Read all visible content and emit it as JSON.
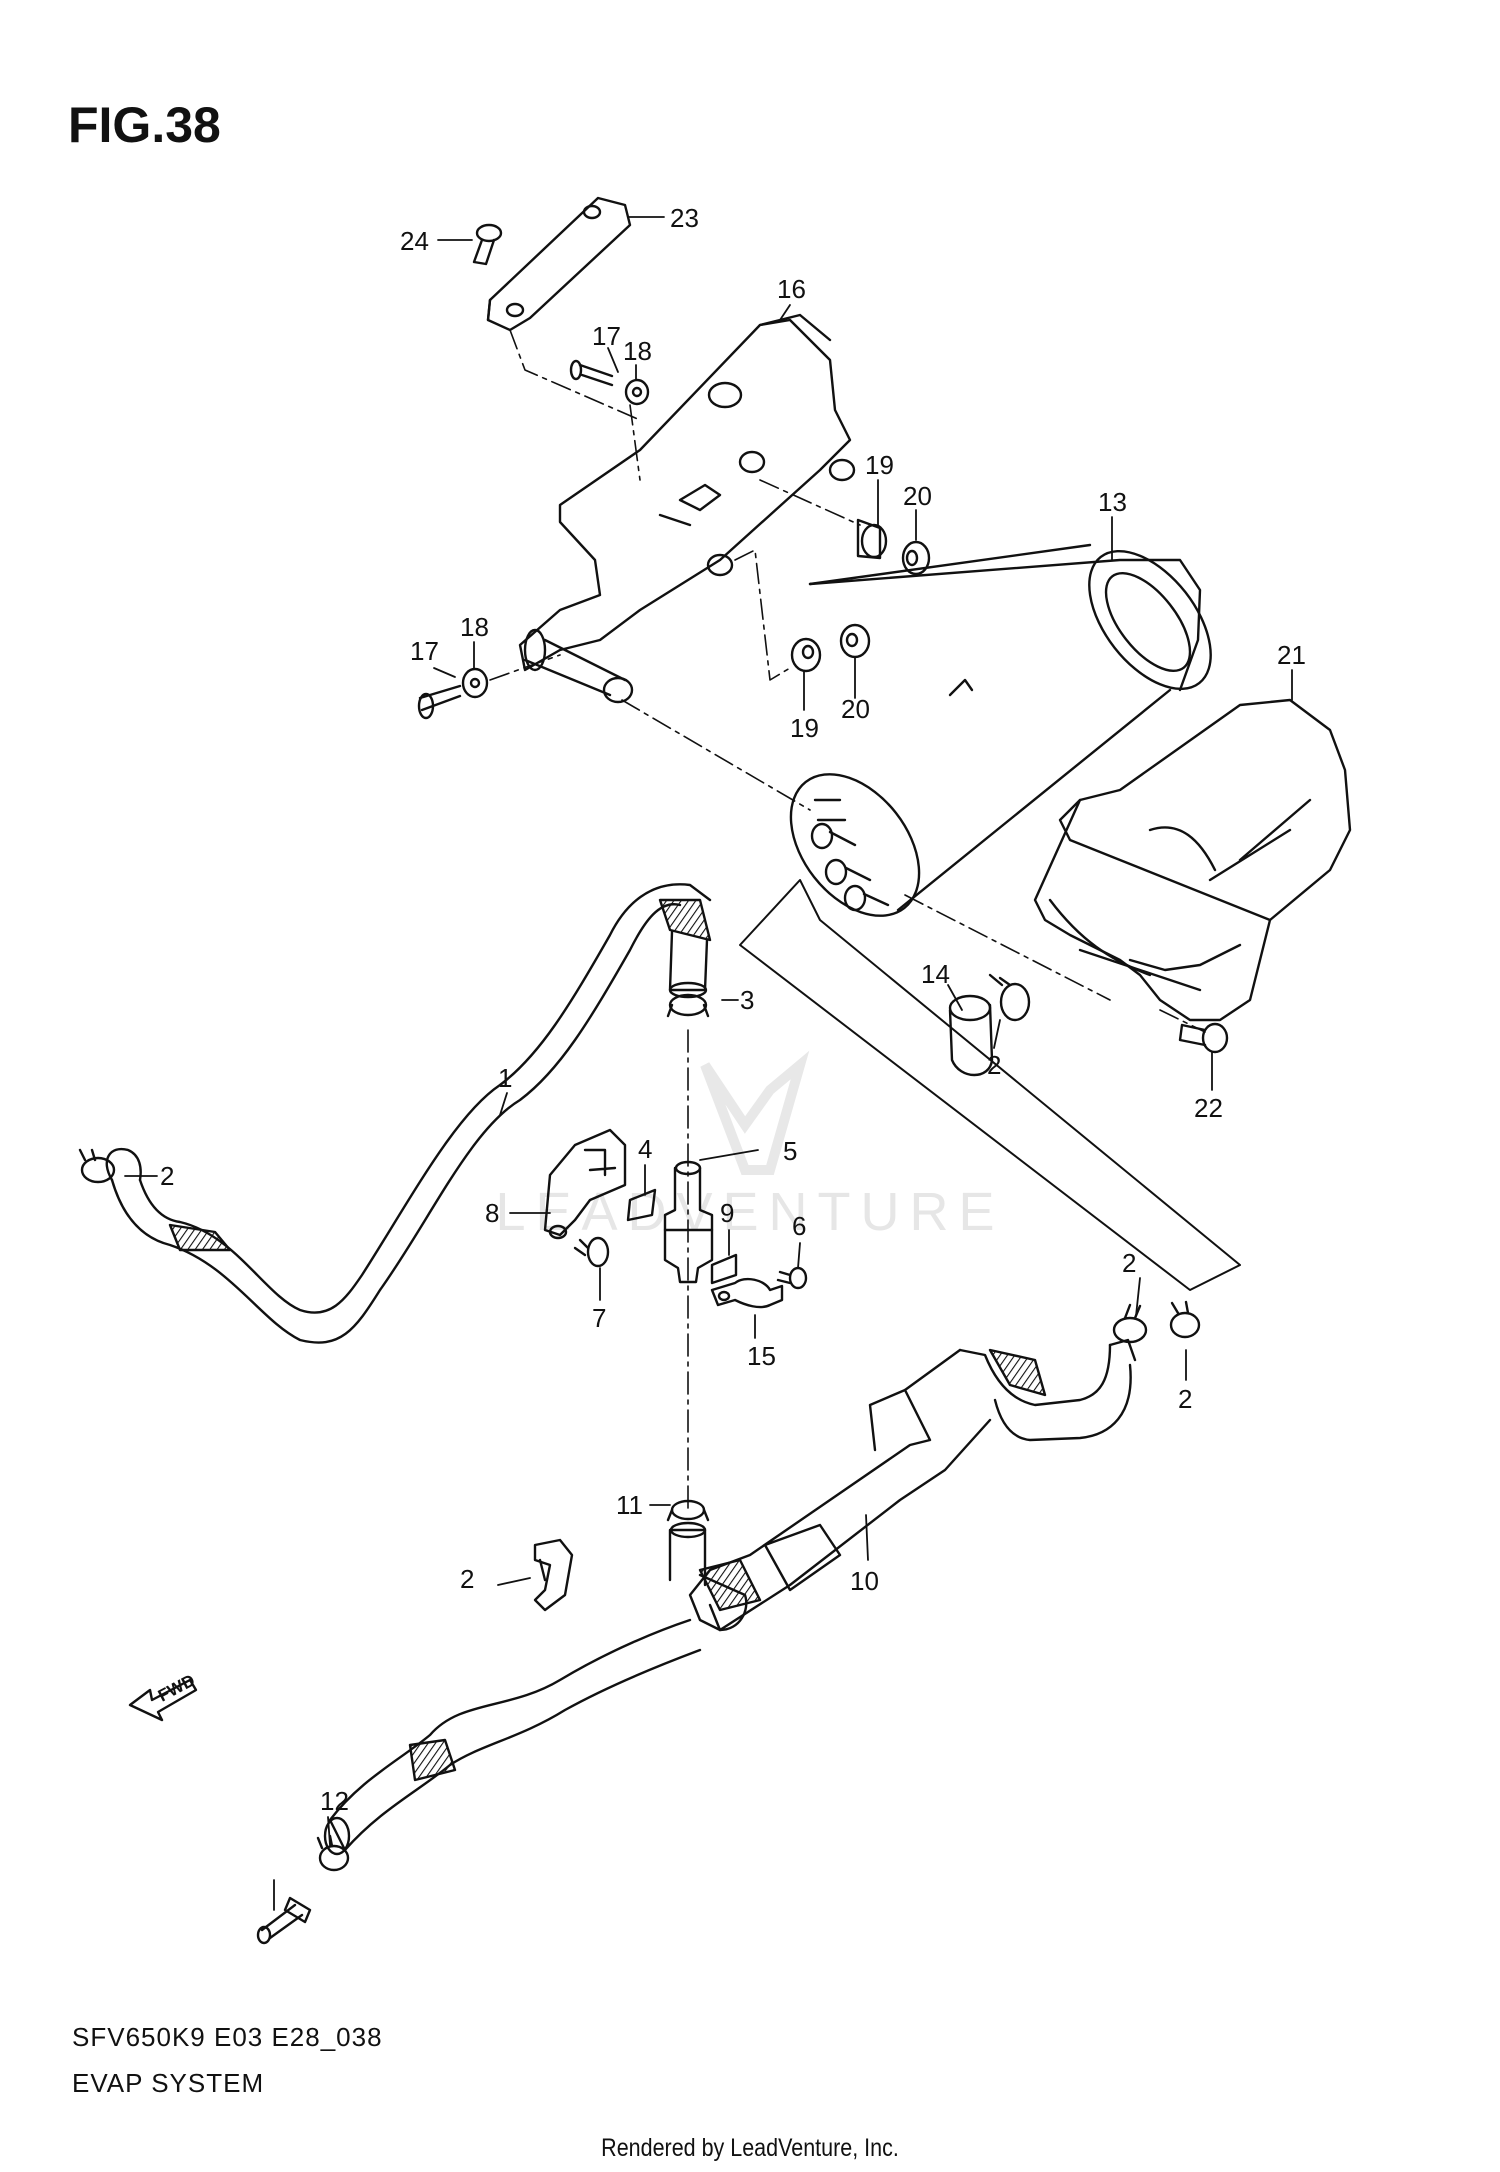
{
  "figure": {
    "title": "FIG.38",
    "code": "SFV650K9 E03 E28_038",
    "name": "EVAP SYSTEM"
  },
  "footer": "Rendered by LeadVenture, Inc.",
  "watermark": "LEADVENTURE",
  "direction_marker": "FWD",
  "callouts": [
    "24",
    "23",
    "16",
    "17",
    "18",
    "19",
    "20",
    "13",
    "21",
    "17",
    "18",
    "19",
    "20",
    "14",
    "2",
    "22",
    "1",
    "2",
    "3",
    "5",
    "4",
    "8",
    "9",
    "6",
    "7",
    "15",
    "2",
    "2",
    "10",
    "11",
    "2",
    "12"
  ],
  "colors": {
    "line": "#111111",
    "watermark": "#e6e6e6"
  }
}
